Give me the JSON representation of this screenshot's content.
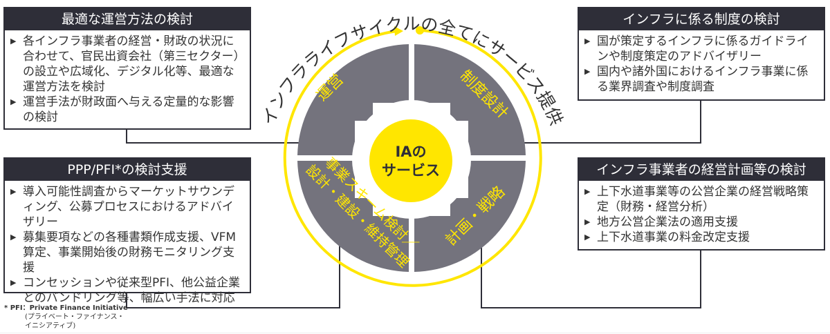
{
  "cycle": {
    "arc_title": "インフラライフサイクルの全てにサービス提供",
    "center_line1": "IAの",
    "center_line2": "サービス",
    "quadrants": {
      "top_left": "運営",
      "top_right": "制度設計",
      "bottom_left_line1": "事業スキーム検討／",
      "bottom_left_line2": "設計・建設・維持管理",
      "bottom_right": "計画・戦略"
    }
  },
  "boxes": {
    "top_left": {
      "title": "最適な運営方法の検討",
      "items": [
        "各インフラ事業者の経営・財政の状況に合わせて、官民出資会社（第三セクター）の設立や広域化、デジタル化等、最適な運営方法を検討",
        "運営手法が財政面へ与える定量的な影響の検討"
      ]
    },
    "bottom_left": {
      "title": "PPP/PFI*の検討支援",
      "items": [
        "導入可能性調査からマーケットサウンディング、公募プロセスにおけるアドバイザリー",
        "募集要項などの各種書類作成支援、VFM算定、事業開始後の財務モニタリング支援",
        "コンセッションや従来型PFI、他公益企業とのバンドリング等、幅広い手法に対応"
      ]
    },
    "top_right": {
      "title": "インフラに係る制度の検討",
      "items": [
        "国が策定するインフラに係るガイドラインや制度策定のアドバイザリー",
        "国内や諸外国におけるインフラ事業に係る業界調査や制度調査"
      ]
    },
    "bottom_right": {
      "title": "インフラ事業者の経営計画等の検討",
      "items": [
        "上下水道事業等の公営企業の経営戦略策定（財務・経営分析）",
        "地方公営企業法の適用支援",
        "上下水道事業の料金改定支援"
      ]
    }
  },
  "footnote": {
    "label": "* PFI：",
    "term": "Private Finance Initiative",
    "reading_line1": "(プライベート・ファイナンス・",
    "reading_line2": "イニシアティブ)"
  },
  "bullet": "▶",
  "colors": {
    "dark": "#2e2e38",
    "gray": "#74737d",
    "yellow": "#ffe600"
  }
}
